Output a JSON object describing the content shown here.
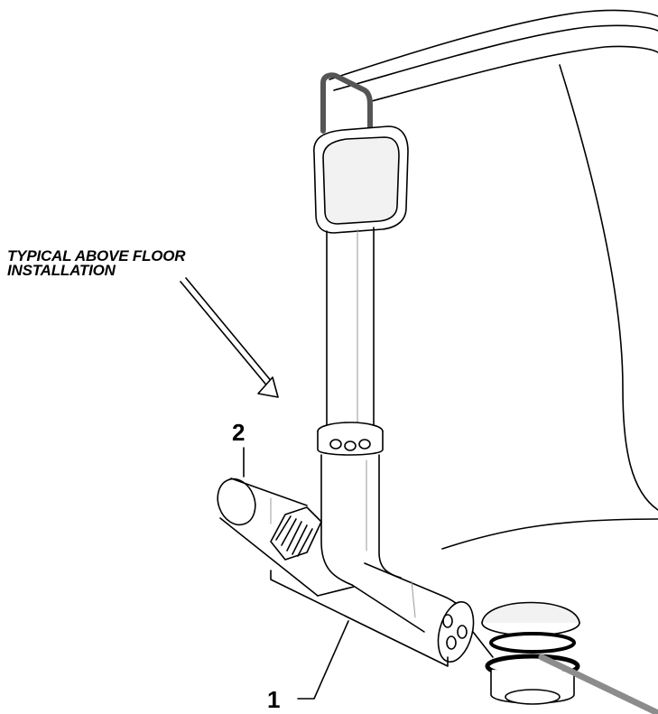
{
  "caption": {
    "line1": "TYPICAL ABOVE FLOOR",
    "line2": "INSTALLATION"
  },
  "callouts": {
    "one": "1",
    "two": "2"
  },
  "colors": {
    "line": "#000000",
    "shade": "#e6e6e6",
    "cable": "#8c8c8c"
  }
}
